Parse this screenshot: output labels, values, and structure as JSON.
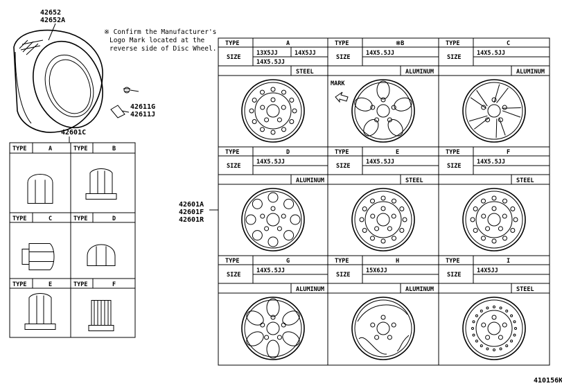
{
  "tire": {
    "part_1": "42652",
    "part_2": "42652A"
  },
  "note": {
    "line_1": "※ Confirm the Manufacturer's",
    "line_2": "Logo Mark located at the",
    "line_3": "reverse side of Disc Wheel."
  },
  "valve": {
    "part_1": "42611G",
    "part_2": "42611J"
  },
  "nut_group": {
    "part": "42601C"
  },
  "nut_table": {
    "type_label": "TYPE",
    "cells": [
      {
        "type": "A",
        "icon": "acorn-nut-icon"
      },
      {
        "type": "B",
        "icon": "flanged-nut-icon"
      },
      {
        "type": "C",
        "icon": "washer-nut-icon"
      },
      {
        "type": "D",
        "icon": "cap-nut-icon"
      },
      {
        "type": "E",
        "icon": "long-flanged-nut-icon"
      },
      {
        "type": "F",
        "icon": "spline-nut-icon"
      }
    ]
  },
  "wheel_group": {
    "part_1": "42601A",
    "part_2": "42601F",
    "part_3": "42601R"
  },
  "wheel_table": {
    "type_label": "TYPE",
    "size_label": "SIZE",
    "wheels": [
      {
        "type": "A",
        "sizes": [
          "13X5JJ",
          "14X5JJ",
          "14X5.5JJ"
        ],
        "material": "STEEL",
        "icon": "steel-wheel-icon"
      },
      {
        "type": "※B",
        "sizes": [
          "14X5.5JJ"
        ],
        "material": "ALUMINUM",
        "mark": "MARK",
        "icon": "alloy-wheel-five-window-icon"
      },
      {
        "type": "C",
        "sizes": [
          "14X5.5JJ"
        ],
        "material": "ALUMINUM",
        "icon": "alloy-wheel-five-spoke-icon"
      },
      {
        "type": "D",
        "sizes": [
          "14X5.5JJ"
        ],
        "material": "ALUMINUM",
        "icon": "alloy-wheel-round-hole-icon"
      },
      {
        "type": "E",
        "sizes": [
          "14X5.5JJ"
        ],
        "material": "STEEL",
        "icon": "steel-wheel-slotted-icon"
      },
      {
        "type": "F",
        "sizes": [
          "14X5.5JJ"
        ],
        "material": "STEEL",
        "icon": "steel-wheel-plain-icon"
      },
      {
        "type": "G",
        "sizes": [
          "14X5.5JJ"
        ],
        "material": "ALUMINUM",
        "icon": "alloy-wheel-six-window-icon"
      },
      {
        "type": "H",
        "sizes": [
          "15X6JJ"
        ],
        "material": "ALUMINUM",
        "icon": "alloy-wheel-swirl-icon"
      },
      {
        "type": "I",
        "sizes": [
          "14X5JJ"
        ],
        "material": "STEEL",
        "icon": "steel-wheel-dotted-icon"
      }
    ]
  },
  "figure_id": "410156K"
}
